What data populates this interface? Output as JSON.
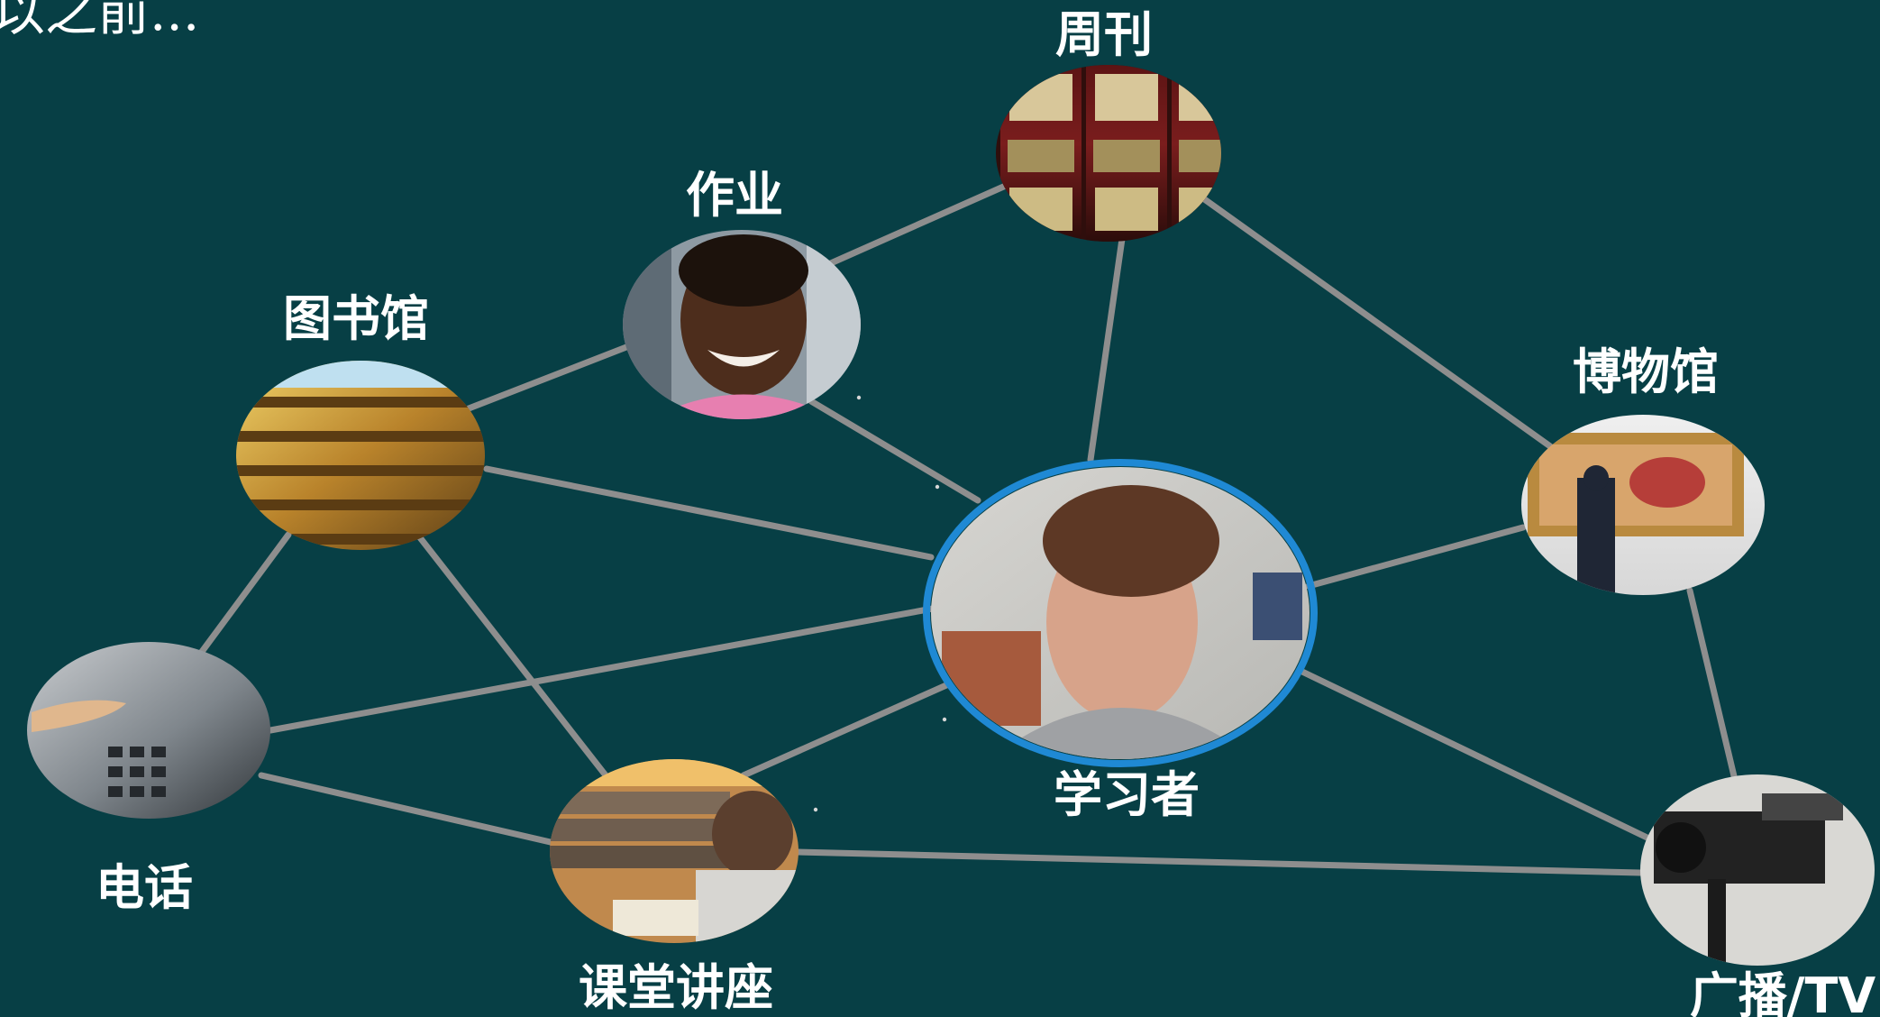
{
  "corner_text": "以之前...",
  "center_node": {
    "label": "学习者"
  },
  "nodes": [
    {
      "label": "周刊",
      "icon": "law-books-photo"
    },
    {
      "label": "作业",
      "icon": "smiling-student-photo"
    },
    {
      "label": "图书馆",
      "icon": "library-stacks-photo"
    },
    {
      "label": "博物馆",
      "icon": "museum-painting-photo"
    },
    {
      "label": "电话",
      "icon": "telephone-keypad-photo"
    },
    {
      "label": "课堂讲座",
      "icon": "lecture-hall-photo"
    },
    {
      "label": "广播/TV",
      "icon": "tv-camera-photo"
    }
  ],
  "colors": {
    "background": "#073f45",
    "edge": "#8e8e8e",
    "center_ring": "#1f89d4",
    "label": "#ffffff"
  }
}
